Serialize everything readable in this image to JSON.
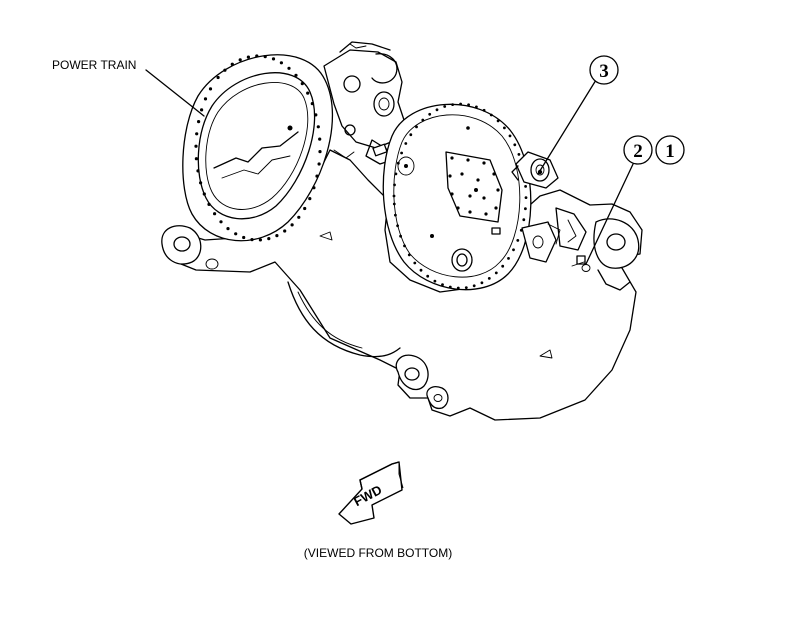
{
  "diagram": {
    "power_train_label": "POWER TRAIN",
    "callouts": [
      "3",
      "2",
      "1"
    ],
    "fwd_label": "FWD",
    "view_caption": "(VIEWED FROM BOTTOM)"
  }
}
